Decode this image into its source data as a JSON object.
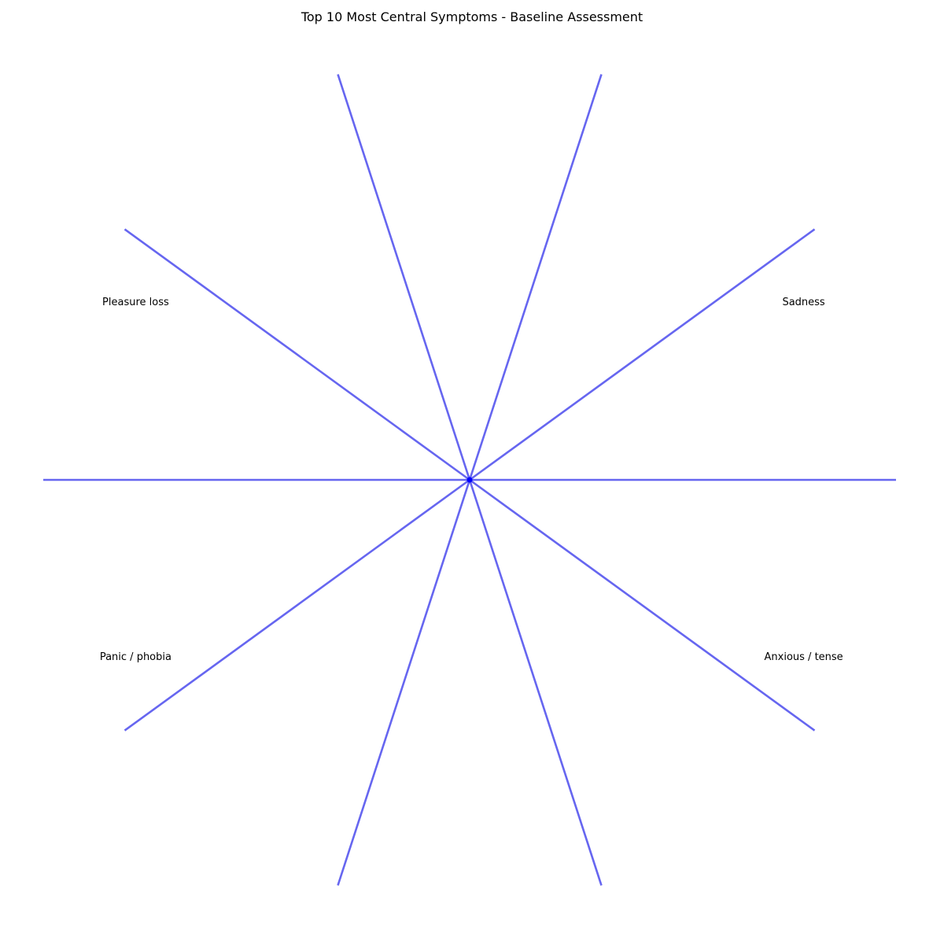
{
  "chart_data": {
    "type": "radial-network",
    "title": "Top 10 Most Central Symptoms - Baseline Assessment",
    "edge_color": "#5555ee",
    "node_color": "#0000ff",
    "nodes": [
      {
        "label": "",
        "angle_deg": 0,
        "strength": 1.0
      },
      {
        "label": "Sadness",
        "angle_deg": 36,
        "strength": 1.0
      },
      {
        "label": "",
        "angle_deg": 72,
        "strength": 1.0
      },
      {
        "label": "",
        "angle_deg": 108,
        "strength": 1.0
      },
      {
        "label": "Pleasure loss",
        "angle_deg": 144,
        "strength": 1.0
      },
      {
        "label": "",
        "angle_deg": 180,
        "strength": 1.0
      },
      {
        "label": "Panic / phobia",
        "angle_deg": 216,
        "strength": 1.0
      },
      {
        "label": "",
        "angle_deg": 252,
        "strength": 1.0
      },
      {
        "label": "",
        "angle_deg": 288,
        "strength": 1.0
      },
      {
        "label": "Anxious / tense",
        "angle_deg": 324,
        "strength": 1.0
      }
    ]
  }
}
